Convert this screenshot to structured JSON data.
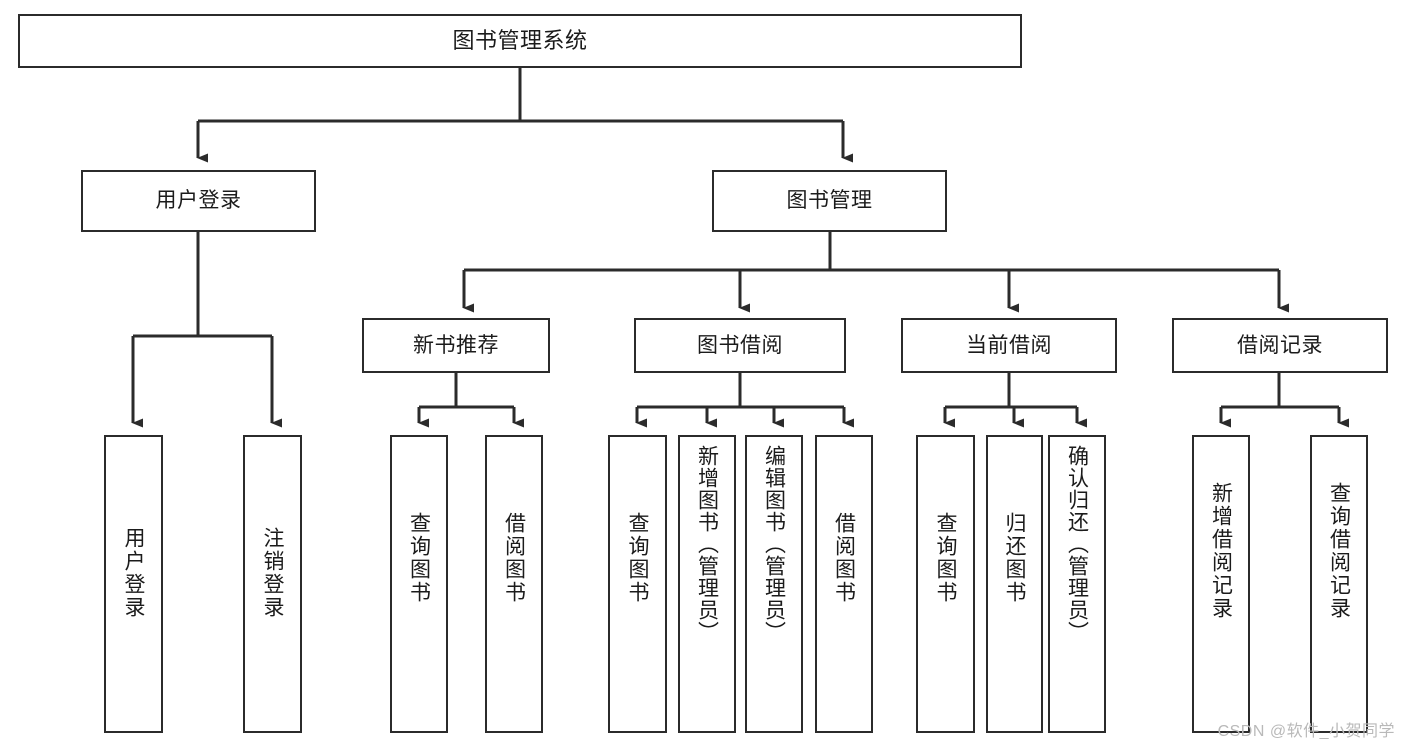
{
  "diagram": {
    "title": "图书管理系统",
    "type": "tree",
    "colors": {
      "node_border": "#2b2b2b",
      "node_fill": "#ffffff",
      "connector": "#2b2b2b",
      "text": "#1b1b1b",
      "watermark": "#b9b9b9",
      "background": "#ffffff"
    },
    "watermark": "CSDN @软件_小贺同学",
    "nodes": {
      "root": {
        "label": "图书管理系统"
      },
      "level2": [
        {
          "id": "user-login",
          "label": "用户登录"
        },
        {
          "id": "book-manage",
          "label": "图书管理"
        }
      ],
      "level3": [
        {
          "id": "new-book-recommend",
          "label": "新书推荐"
        },
        {
          "id": "book-borrow",
          "label": "图书借阅"
        },
        {
          "id": "current-borrow",
          "label": "当前借阅"
        },
        {
          "id": "borrow-record",
          "label": "借阅记录"
        }
      ],
      "leaves": {
        "user_login": [
          {
            "id": "leaf-user-login",
            "label": "用户登录"
          },
          {
            "id": "leaf-logout-login",
            "label": "注销登录"
          }
        ],
        "new_book_recommend": [
          {
            "id": "leaf-query-book-1",
            "label": "查询图书"
          },
          {
            "id": "leaf-borrow-book-1",
            "label": "借阅图书"
          }
        ],
        "book_borrow": [
          {
            "id": "leaf-query-book-2",
            "label": "查询图书"
          },
          {
            "id": "leaf-add-book",
            "label": "新增图书（管理员）"
          },
          {
            "id": "leaf-edit-book",
            "label": "编辑图书（管理员）"
          },
          {
            "id": "leaf-borrow-book-2",
            "label": "借阅图书"
          }
        ],
        "current_borrow": [
          {
            "id": "leaf-query-book-3",
            "label": "查询图书"
          },
          {
            "id": "leaf-return-book",
            "label": "归还图书"
          },
          {
            "id": "leaf-confirm-return",
            "label": "确认归还（管理员）"
          }
        ],
        "borrow_record": [
          {
            "id": "leaf-add-record",
            "label": "新增借阅记录"
          },
          {
            "id": "leaf-query-record",
            "label": "查询借阅记录"
          }
        ]
      }
    }
  }
}
